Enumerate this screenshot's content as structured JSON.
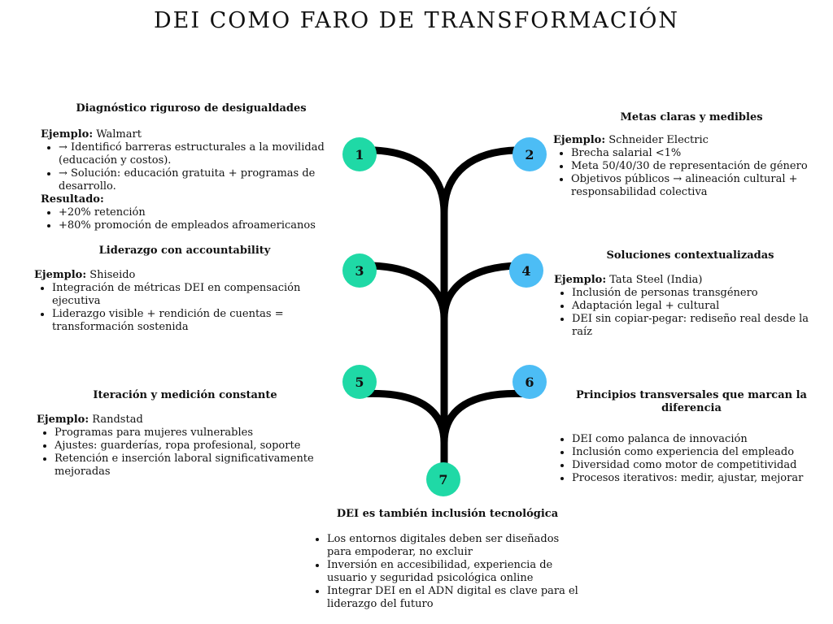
{
  "title": "DEI COMO FARO DE TRANSFORMACIÓN",
  "colors": {
    "teal": "#1fd9a6",
    "blue": "#4cbdf5",
    "stem": "#000000"
  },
  "nodes": [
    "1",
    "2",
    "3",
    "4",
    "5",
    "6",
    "7"
  ],
  "sections": {
    "s1": {
      "heading": "Diagnóstico riguroso de desigualdades",
      "example_label": "Ejemplo:",
      "example_value": " Walmart",
      "bullets": [
        " → Identificó barreras estructurales a la movilidad (educación y costos).",
        " → Solución: educación gratuita + programas de desarrollo."
      ],
      "result_label": "Resultado:",
      "result_bullets": [
        "+20% retención",
        "+80% promoción de empleados afroamericanos"
      ]
    },
    "s2": {
      "heading": "Metas claras y medibles",
      "example_label": "Ejemplo:",
      "example_value": " Schneider Electric",
      "bullets": [
        "Brecha salarial <1%",
        "Meta 50/40/30 de representación de género",
        "Objetivos públicos → alineación cultural + responsabilidad colectiva"
      ]
    },
    "s3": {
      "heading": "Liderazgo con accountability",
      "example_label": "Ejemplo:",
      "example_value": " Shiseido",
      "bullets": [
        "Integración de métricas DEI en compensación ejecutiva",
        "Liderazgo visible + rendición de cuentas = transformación sostenida"
      ]
    },
    "s4": {
      "heading": "Soluciones contextualizadas",
      "example_label": "Ejemplo:",
      "example_value": " Tata Steel (India)",
      "bullets": [
        "Inclusión de personas transgénero",
        "Adaptación legal + cultural",
        "DEI sin copiar-pegar: rediseño real desde la raíz"
      ]
    },
    "s5": {
      "heading": "Iteración y medición constante",
      "example_label": "Ejemplo:",
      "example_value": " Randstad",
      "bullets": [
        "Programas para mujeres vulnerables",
        "Ajustes: guarderías, ropa profesional, soporte",
        "Retención e inserción laboral significativamente mejoradas"
      ]
    },
    "s6": {
      "heading": "Principios transversales que marcan la diferencia",
      "bullets": [
        "DEI como palanca de innovación",
        "Inclusión como experiencia del empleado",
        "Diversidad como motor de competitividad",
        "Procesos iterativos: medir, ajustar, mejorar"
      ]
    },
    "s7": {
      "heading": "DEI es también inclusión tecnológica",
      "bullets": [
        "Los entornos digitales deben ser diseñados para empoderar, no excluir",
        "Inversión en accesibilidad, experiencia de usuario y seguridad psicológica online",
        "Integrar DEI en el ADN digital es clave para el liderazgo del futuro"
      ]
    }
  }
}
